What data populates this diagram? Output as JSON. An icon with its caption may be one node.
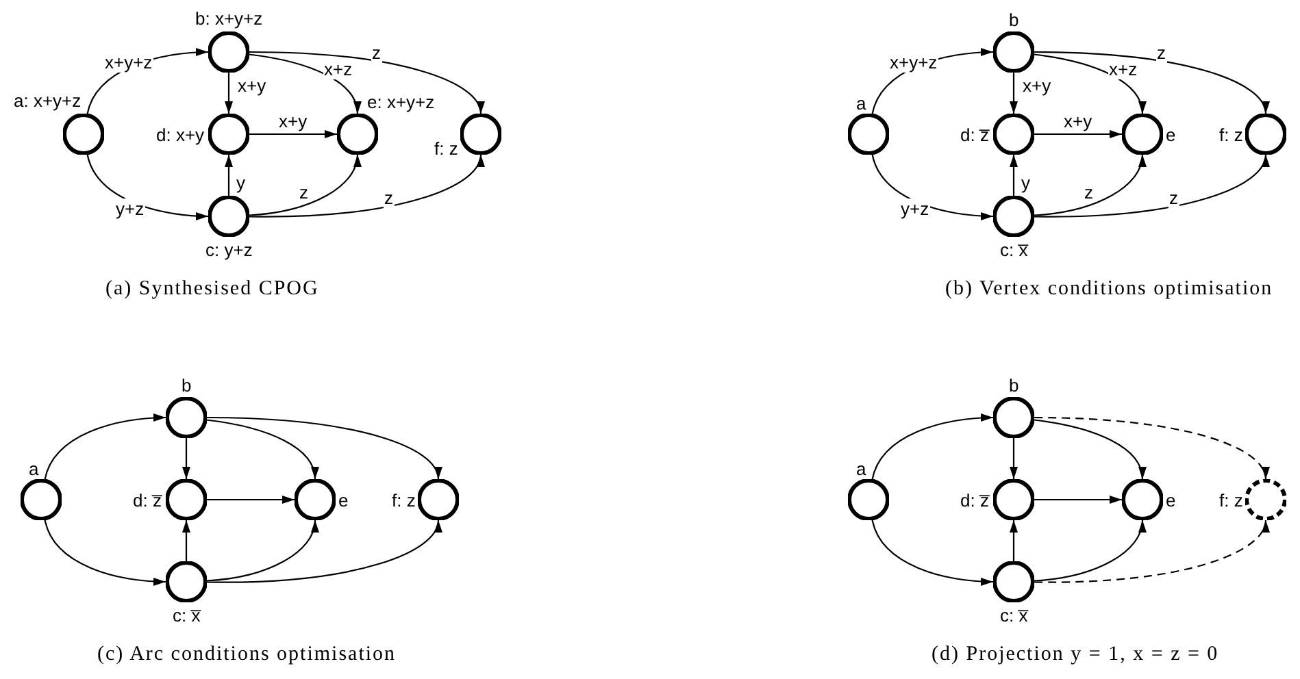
{
  "diagram": {
    "nodes": [
      {
        "text": [],
        "shape": "circle",
        "beside": [
          "a: x+y+z"
        ]
      },
      {
        "text": [],
        "shape": "circle",
        "beside": [
          "b: x+y+z"
        ]
      },
      {
        "text": [],
        "shape": "circle",
        "beside": [
          "c: y+z"
        ]
      },
      {
        "text": [],
        "shape": "circle",
        "beside": [
          "d: x+y"
        ]
      },
      {
        "text": [],
        "shape": "circle",
        "beside": [
          "e: x+y+z"
        ]
      },
      {
        "text": [],
        "shape": "circle",
        "beside": [
          "f: z"
        ]
      },
      {
        "text": [],
        "shape": "circle",
        "beside": [
          "a"
        ]
      },
      {
        "text": [],
        "shape": "circle",
        "beside": [
          "b"
        ]
      },
      {
        "text": [],
        "shape": "circle",
        "beside": [
          "c: x̅"
        ]
      },
      {
        "text": [],
        "shape": "circle",
        "beside": [
          "d: z̅"
        ]
      },
      {
        "text": [],
        "shape": "circle",
        "beside": [
          "e"
        ]
      },
      {
        "text": [],
        "shape": "circle",
        "beside": [
          "f: z"
        ]
      },
      {
        "text": [],
        "shape": "circle",
        "beside": [
          "a"
        ]
      },
      {
        "text": [],
        "shape": "circle",
        "beside": [
          "b"
        ]
      },
      {
        "text": [],
        "shape": "circle",
        "beside": [
          "c: x̅"
        ]
      },
      {
        "text": [],
        "shape": "circle",
        "beside": [
          "d: z̅"
        ]
      },
      {
        "text": [],
        "shape": "circle",
        "beside": [
          "e"
        ]
      },
      {
        "text": [],
        "shape": "circle",
        "beside": [
          "f: z"
        ]
      },
      {
        "text": [],
        "shape": "circle",
        "beside": [
          "a"
        ]
      },
      {
        "text": [],
        "shape": "circle",
        "beside": [
          "b"
        ]
      },
      {
        "text": [],
        "shape": "circle",
        "beside": [
          "c: x̅"
        ]
      },
      {
        "text": [],
        "shape": "circle",
        "beside": [
          "d: z̅"
        ]
      },
      {
        "text": [],
        "shape": "circle",
        "beside": [
          "e"
        ]
      },
      {
        "text": [],
        "shape": "circle",
        "beside": [
          "f: z"
        ]
      }
    ],
    "edges": [
      {
        "from": 0,
        "to": 1,
        "arrow": "to",
        "label": "x+y+z"
      },
      {
        "from": 0,
        "to": 2,
        "arrow": "to",
        "label": "y+z"
      },
      {
        "from": 1,
        "to": 3,
        "arrow": "to",
        "label": "x+y"
      },
      {
        "from": 1,
        "to": 4,
        "arrow": "to",
        "label": "x+z"
      },
      {
        "from": 1,
        "to": 5,
        "arrow": "to",
        "label": "z"
      },
      {
        "from": 3,
        "to": 4,
        "arrow": "to",
        "label": "x+y"
      },
      {
        "from": 2,
        "to": 3,
        "arrow": "to",
        "label": "y"
      },
      {
        "from": 2,
        "to": 4,
        "arrow": "to",
        "label": "z"
      },
      {
        "from": 2,
        "to": 5,
        "arrow": "to",
        "label": "z"
      },
      {
        "from": 6,
        "to": 7,
        "arrow": "to",
        "label": "x+y+z"
      },
      {
        "from": 6,
        "to": 8,
        "arrow": "to",
        "label": "y+z"
      },
      {
        "from": 7,
        "to": 9,
        "arrow": "to",
        "label": "x+y"
      },
      {
        "from": 7,
        "to": 10,
        "arrow": "to",
        "label": "x+z"
      },
      {
        "from": 7,
        "to": 11,
        "arrow": "to",
        "label": "z"
      },
      {
        "from": 9,
        "to": 10,
        "arrow": "to",
        "label": "x+y"
      },
      {
        "from": 8,
        "to": 9,
        "arrow": "to",
        "label": "y"
      },
      {
        "from": 8,
        "to": 10,
        "arrow": "to",
        "label": "z"
      },
      {
        "from": 8,
        "to": 11,
        "arrow": "to",
        "label": "z"
      },
      {
        "from": 12,
        "to": 13,
        "arrow": "to"
      },
      {
        "from": 12,
        "to": 14,
        "arrow": "to"
      },
      {
        "from": 13,
        "to": 15,
        "arrow": "to"
      },
      {
        "from": 13,
        "to": 16,
        "arrow": "to"
      },
      {
        "from": 13,
        "to": 17,
        "arrow": "to"
      },
      {
        "from": 15,
        "to": 16,
        "arrow": "to"
      },
      {
        "from": 14,
        "to": 15,
        "arrow": "to"
      },
      {
        "from": 14,
        "to": 16,
        "arrow": "to"
      },
      {
        "from": 14,
        "to": 17,
        "arrow": "to"
      },
      {
        "from": 18,
        "to": 19,
        "arrow": "to"
      },
      {
        "from": 18,
        "to": 20,
        "arrow": "to"
      },
      {
        "from": 19,
        "to": 21,
        "arrow": "to"
      },
      {
        "from": 19,
        "to": 22,
        "arrow": "to"
      },
      {
        "from": 19,
        "to": 23,
        "arrow": "to",
        "style": "dashed"
      },
      {
        "from": 21,
        "to": 22,
        "arrow": "to"
      },
      {
        "from": 20,
        "to": 21,
        "arrow": "to"
      },
      {
        "from": 20,
        "to": 22,
        "arrow": "to"
      },
      {
        "from": 20,
        "to": 23,
        "arrow": "to",
        "style": "dashed"
      }
    ],
    "labels": [
      "(a) Synthesised CPOG",
      "(b) Vertex conditions optimisation",
      "(c) Arc conditions optimisation",
      "(d) Projection y = 1, x = z = 0"
    ]
  }
}
